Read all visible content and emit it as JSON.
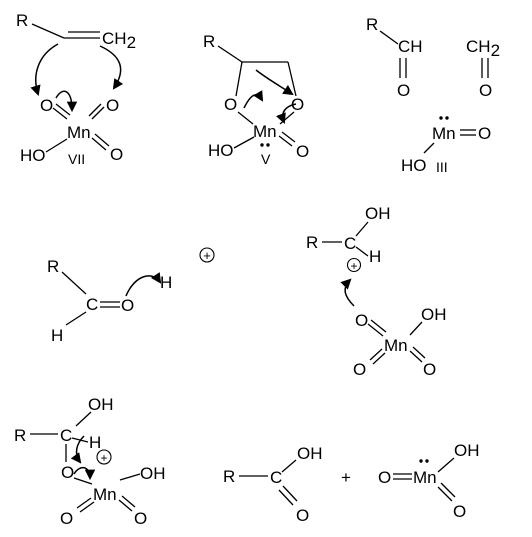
{
  "atoms": {
    "R": "R",
    "CH": "CH",
    "CH2": "CH",
    "two": "2",
    "C": "C",
    "H": "H",
    "O": "O",
    "OH": "OH",
    "HO": "HO",
    "Mn": "Mn"
  },
  "oxidation_states": {
    "vii": "VII",
    "v": "V",
    "iii": "III"
  },
  "symbols": {
    "plus": "+",
    "cation": "+"
  }
}
